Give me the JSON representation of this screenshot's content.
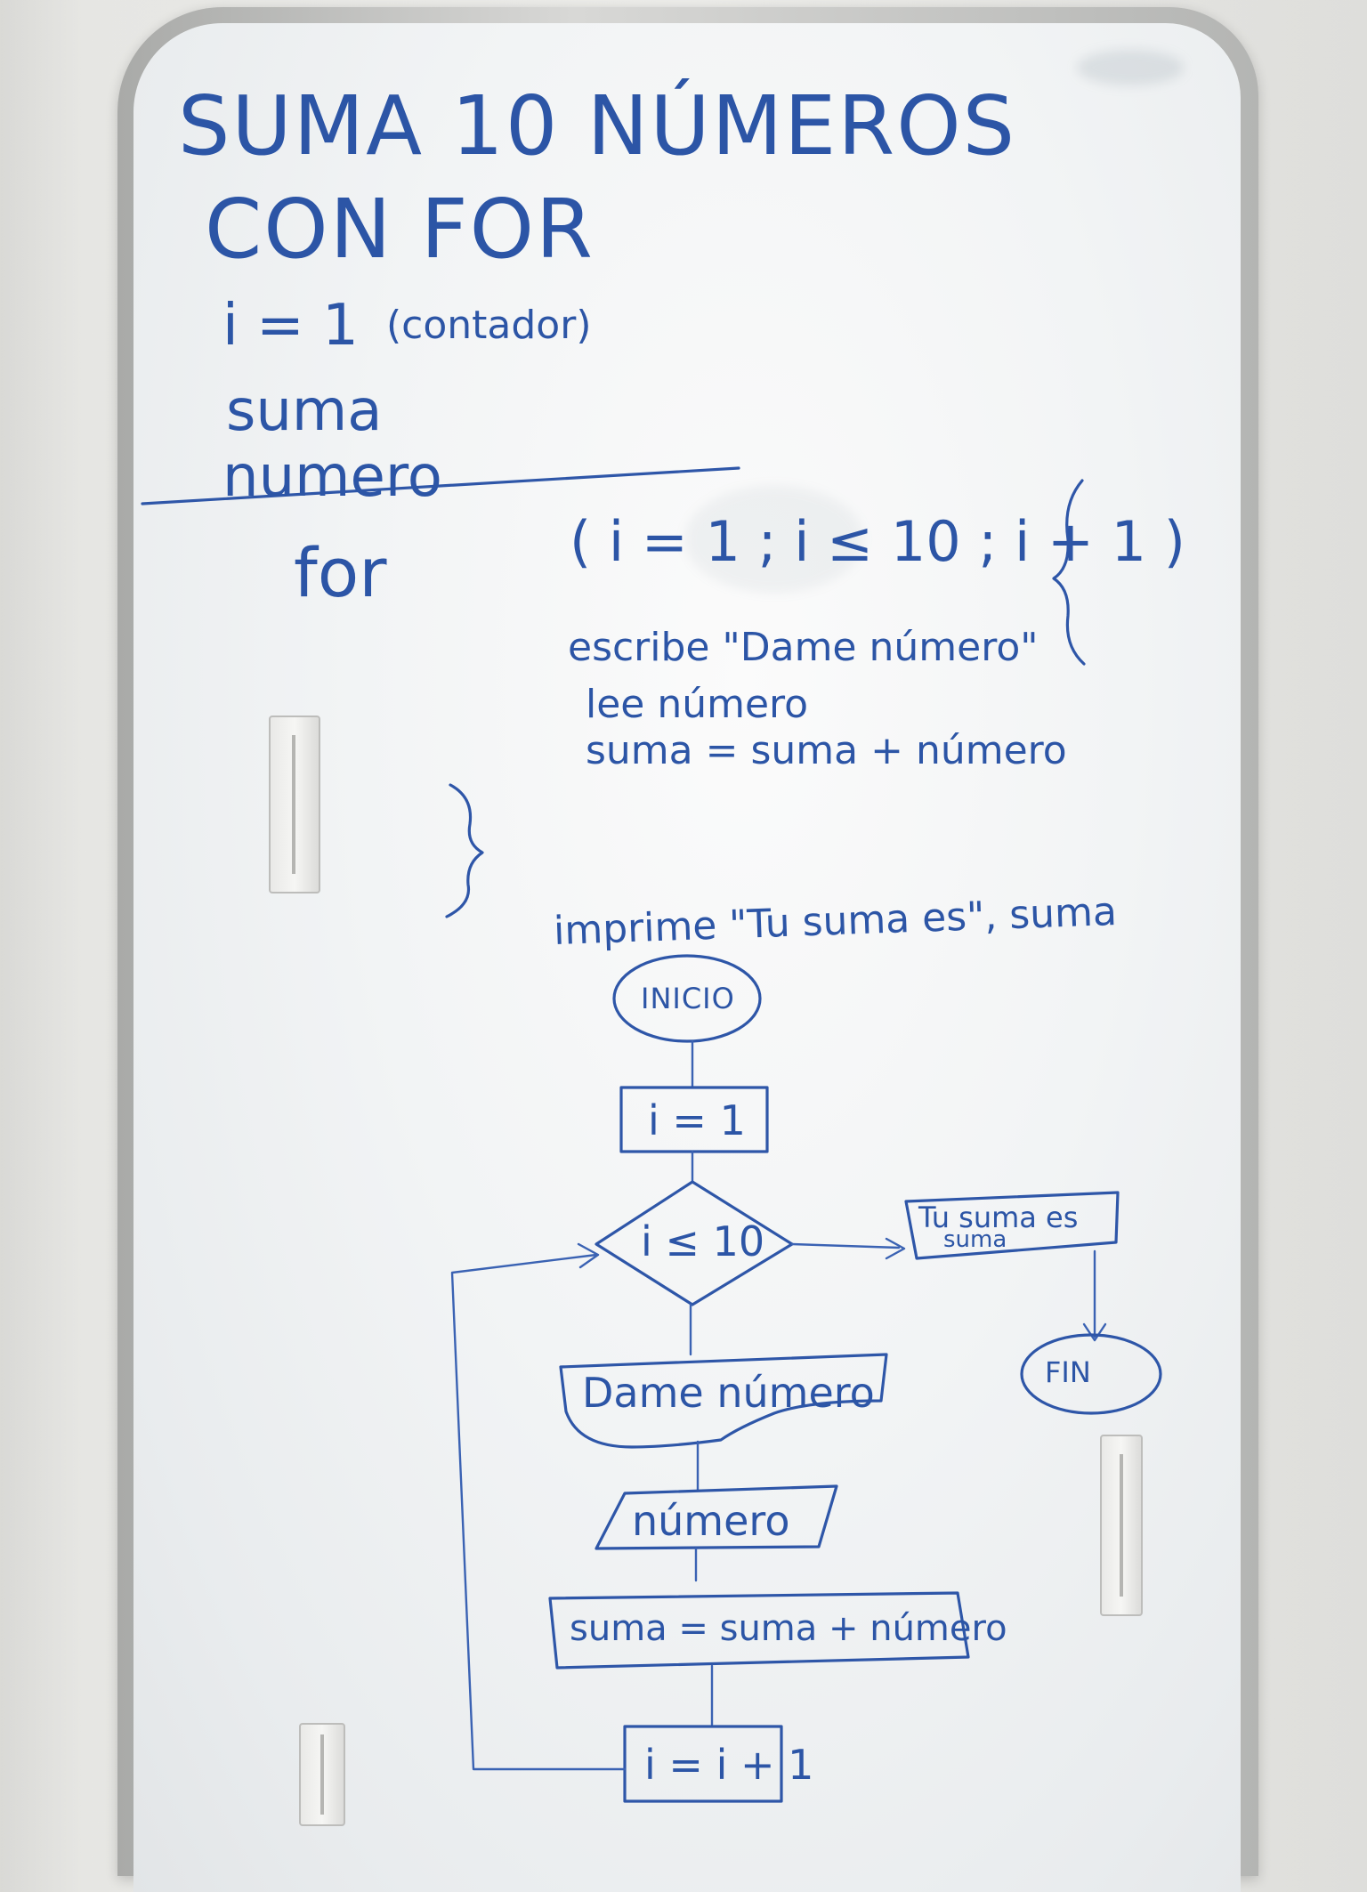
{
  "title": {
    "line1": "SUMA 10 NÚMEROS",
    "line2": "CON FOR"
  },
  "variables": {
    "counter": "i = 1",
    "counter_note": "(contador)",
    "sum": "suma",
    "number": "numero"
  },
  "pseudocode": {
    "keyword": "for",
    "header": "( i = 1 ; i ≤ 10 ; i + 1 )",
    "open_brace": "{",
    "body": [
      "escribe \"Dame número\"",
      "lee número",
      "suma = suma + número"
    ],
    "close_brace": "}",
    "print_line": "imprime \"Tu suma es\", suma"
  },
  "flowchart": {
    "start": "INICIO",
    "init": "i = 1",
    "condition": "i ≤ 10",
    "output_prompt": "Dame número",
    "input": "número",
    "process": "suma = suma + número",
    "increment": "i = i + 1",
    "result_line1": "Tu suma es",
    "result_line2": "suma",
    "end": "FIN"
  },
  "colors": {
    "ink": "#2e56a8",
    "board": "#f2f4f5",
    "frame": "#b4b5b3"
  }
}
